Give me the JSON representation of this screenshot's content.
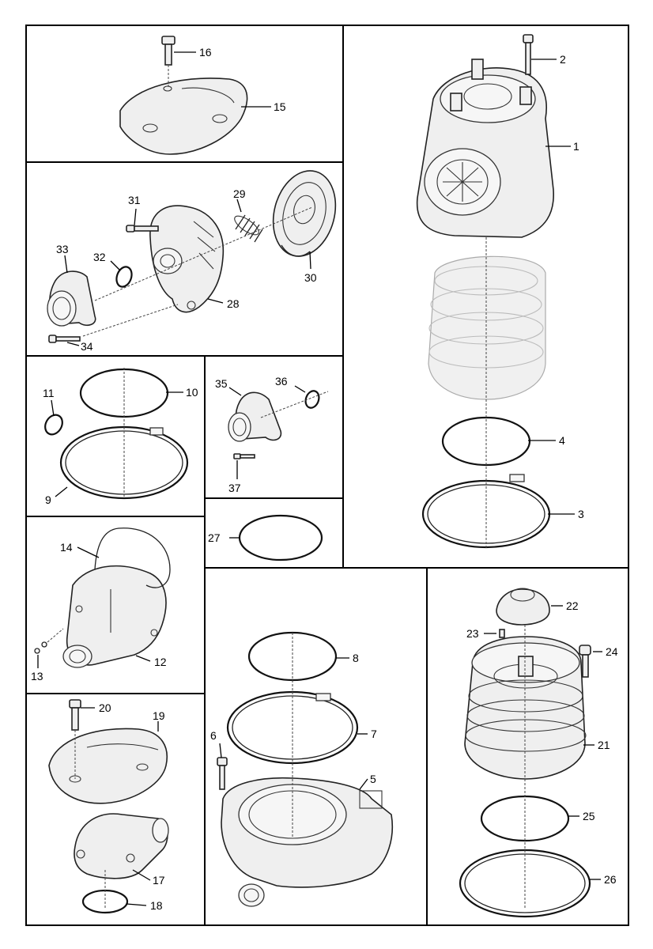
{
  "callouts": {
    "c1": "1",
    "c2": "2",
    "c3": "3",
    "c4": "4",
    "c5": "5",
    "c6": "6",
    "c7": "7",
    "c8": "8",
    "c9": "9",
    "c10": "10",
    "c11": "11",
    "c12": "12",
    "c13": "13",
    "c14": "14",
    "c15": "15",
    "c16": "16",
    "c17": "17",
    "c18": "18",
    "c19": "19",
    "c20": "20",
    "c21": "21",
    "c22": "22",
    "c23": "23",
    "c24": "24",
    "c25": "25",
    "c26": "26",
    "c27": "27",
    "c28": "28",
    "c29": "29",
    "c30": "30",
    "c31": "31",
    "c32": "32",
    "c33": "33",
    "c34": "34",
    "c35": "35",
    "c36": "36",
    "c37": "37"
  }
}
